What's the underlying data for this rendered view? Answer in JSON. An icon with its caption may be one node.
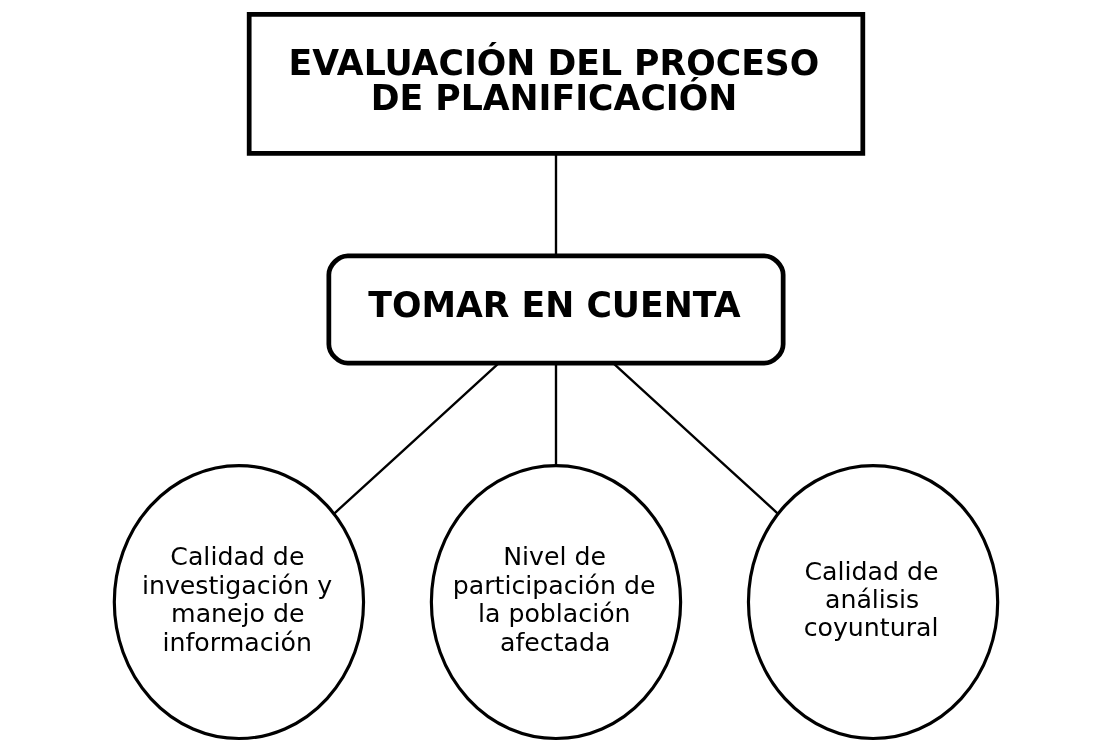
{
  "diagram": {
    "nodes": [
      {
        "text": [
          "EVALUACIÓN DEL PROCESO DE PLANIFICACIÓN"
        ]
      },
      {
        "text": [
          "TOMAR EN CUENTA"
        ]
      },
      {
        "text": [
          "Calidad de investigación y manejo de información"
        ]
      },
      {
        "text": [
          "Nivel de participación de la población afectada"
        ]
      },
      {
        "text": [
          "Calidad de análisis coyuntural"
        ]
      }
    ],
    "edges": [
      {
        "from": 0,
        "to": 1,
        "arrow": "none"
      },
      {
        "from": 1,
        "to": 2,
        "arrow": "none"
      },
      {
        "from": 1,
        "to": 3,
        "arrow": "none"
      },
      {
        "from": 1,
        "to": 4,
        "arrow": "none"
      }
    ]
  }
}
